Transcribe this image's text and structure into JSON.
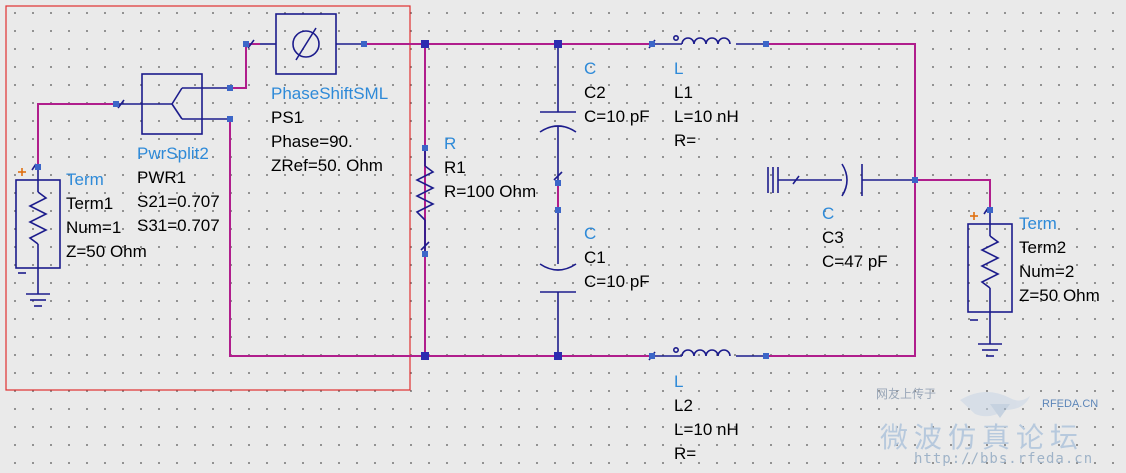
{
  "colors": {
    "wire": "#b01e8c",
    "component": "#1c1c8c",
    "pin": "#3c66c8",
    "selection": "#e03030",
    "label_type": "#2e8ad8",
    "plus": "#e07010"
  },
  "components": {
    "term1": {
      "type": "Term",
      "name": "Term1",
      "params": [
        "Num=1",
        "Z=50 Ohm"
      ]
    },
    "pwr1": {
      "type": "PwrSplit2",
      "name": "PWR1",
      "params": [
        "S21=0.707",
        "S31=0.707"
      ]
    },
    "ps1": {
      "type": "PhaseShiftSML",
      "name": "PS1",
      "params": [
        "Phase=90.",
        "ZRef=50. Ohm"
      ]
    },
    "r1": {
      "type": "R",
      "name": "R1",
      "params": [
        "R=100 Ohm"
      ]
    },
    "c2": {
      "type": "C",
      "name": "C2",
      "params": [
        "C=10 pF"
      ]
    },
    "c1": {
      "type": "C",
      "name": "C1",
      "params": [
        "C=10 pF"
      ]
    },
    "l1": {
      "type": "L",
      "name": "L1",
      "params": [
        "L=10 nH",
        "R="
      ]
    },
    "l2": {
      "type": "L",
      "name": "L2",
      "params": [
        "L=10 nH",
        "R="
      ]
    },
    "c3": {
      "type": "C",
      "name": "C3",
      "params": [
        "C=47 pF"
      ]
    },
    "term2": {
      "type": "Term",
      "name": "Term2",
      "params": [
        "Num=2",
        "Z=50 Ohm"
      ]
    }
  },
  "watermark": {
    "top": "网友上传于",
    "brand": "RFEDA.CN",
    "main": "微波仿真论坛",
    "url": "http://bbs.rfeda.cn"
  }
}
